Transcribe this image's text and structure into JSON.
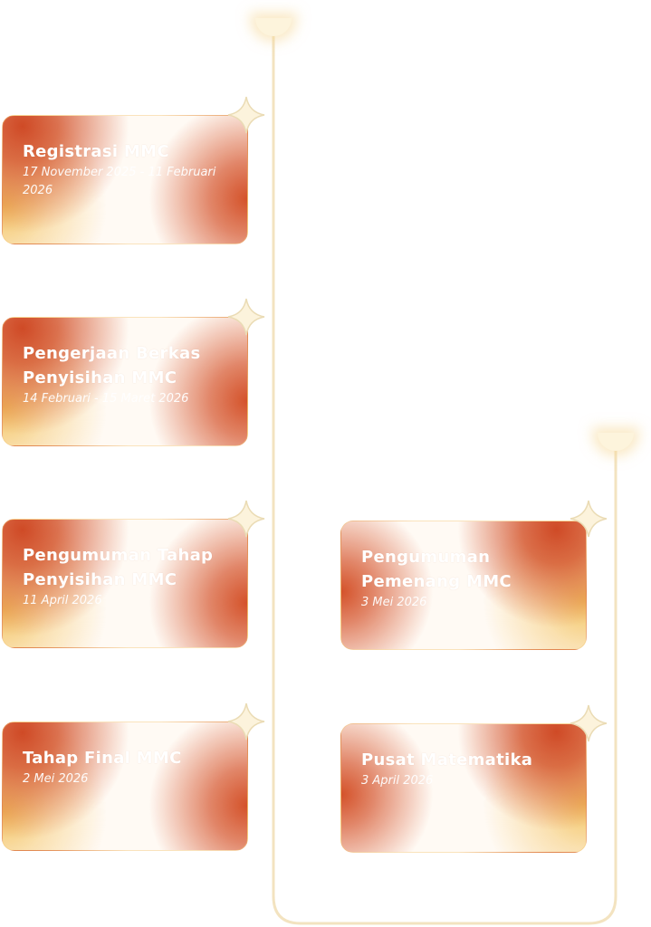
{
  "timeline": {
    "left": [
      {
        "title": "Registrasi MMC",
        "date": "17 November 2025 - 11 Februari 2026"
      },
      {
        "title": "Pengerjaan Berkas Penyisihan MMC",
        "date": "14 Februari - 15 Maret 2026"
      },
      {
        "title": "Pengumuman Tahap Penyisihan MMC",
        "date": "11 April 2026"
      },
      {
        "title": "Tahap Final MMC",
        "date": "2 Mei 2026"
      }
    ],
    "right": [
      {
        "title": "Pengumuman Pemenang MMC",
        "date": "3 Mei 2026"
      },
      {
        "title": "Pusat Matematika",
        "date": "3 April 2026"
      }
    ]
  },
  "colors": {
    "accent": "#d4522a",
    "gold": "#f3c564",
    "line": "#f3e3c0"
  }
}
